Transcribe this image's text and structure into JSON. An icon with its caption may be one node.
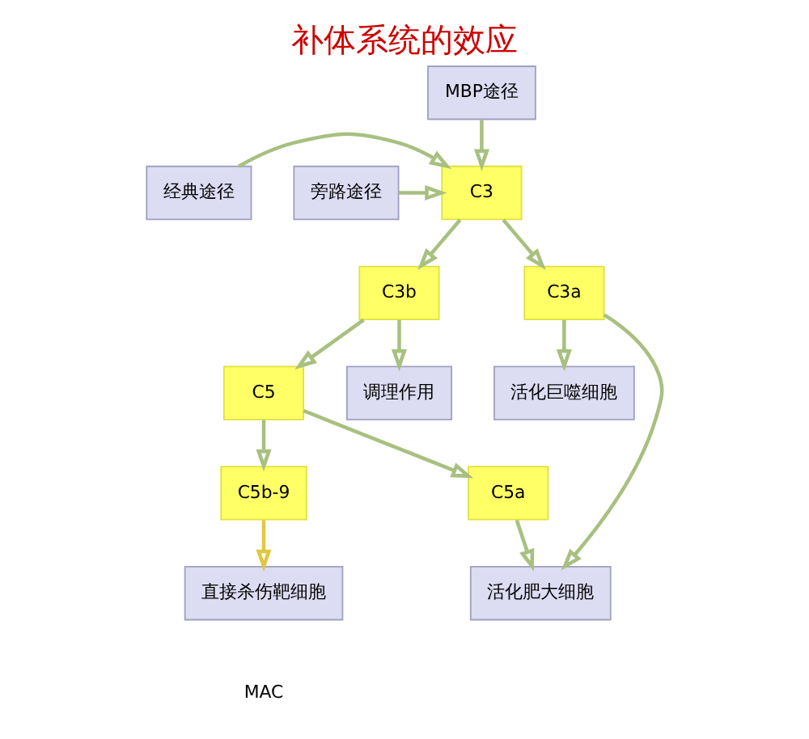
{
  "diagram": {
    "title": "补体系统的效应",
    "nodes": [
      {
        "text": [
          "MBP途径"
        ]
      },
      {
        "text": [
          "经典途径"
        ]
      },
      {
        "text": [
          "旁路途径"
        ]
      },
      {
        "text": [
          "C3"
        ]
      },
      {
        "text": [
          "C3b"
        ]
      },
      {
        "text": [
          "C3a"
        ]
      },
      {
        "text": [
          "C5"
        ]
      },
      {
        "text": [
          "调理作用"
        ]
      },
      {
        "text": [
          "C5b-9"
        ]
      },
      {
        "text": [
          "C5a"
        ]
      },
      {
        "text": [
          "活化巨噬细胞"
        ]
      },
      {
        "text": [
          "直接杀伤靶细胞"
        ]
      },
      {
        "text": [
          "活化肥大细胞"
        ]
      }
    ],
    "edges": [
      {
        "from": 0,
        "to": 3,
        "arrow": "to"
      },
      {
        "from": 1,
        "to": 3,
        "arrow": "to"
      },
      {
        "from": 2,
        "to": 3,
        "arrow": "to"
      },
      {
        "from": 3,
        "to": 4,
        "arrow": "to"
      },
      {
        "from": 3,
        "to": 5,
        "arrow": "to"
      },
      {
        "from": 4,
        "to": 6,
        "arrow": "to"
      },
      {
        "from": 4,
        "to": 7,
        "arrow": "to"
      },
      {
        "from": 5,
        "to": 10,
        "arrow": "to"
      },
      {
        "from": 6,
        "to": 8,
        "arrow": "to"
      },
      {
        "from": 6,
        "to": 9,
        "arrow": "to"
      },
      {
        "from": 5,
        "to": 12,
        "arrow": "to"
      },
      {
        "from": 8,
        "to": 11,
        "arrow": "to",
        "color": "#e0c840"
      },
      {
        "from": 9,
        "to": 12,
        "arrow": "to"
      }
    ],
    "labels": [
      "MAC"
    ]
  }
}
